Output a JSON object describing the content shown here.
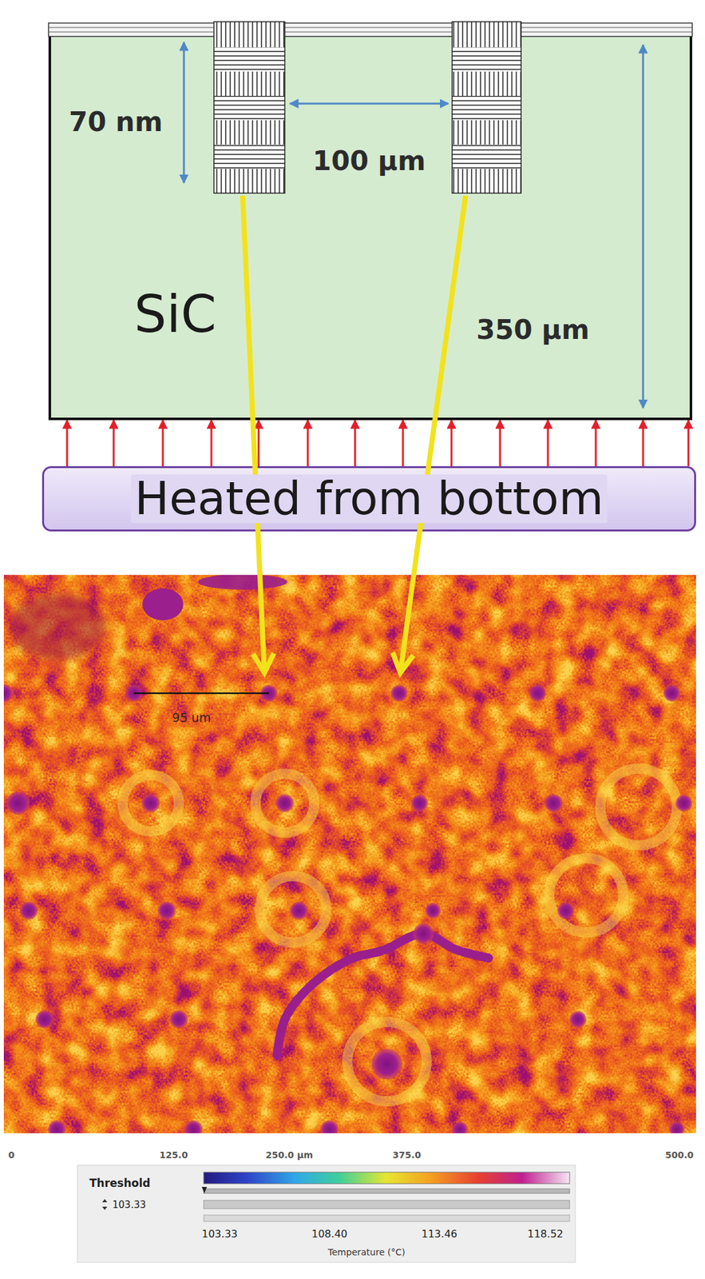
{
  "diagram": {
    "nodes": [
      {
        "text": [
          "SiC"
        ]
      },
      {
        "text": [
          "Heated from bottom"
        ]
      }
    ],
    "edges": [
      {
        "from": 1,
        "to": 0,
        "arrow": "to"
      },
      {
        "from": 1,
        "to": 0,
        "arrow": "to"
      },
      {
        "from": 1,
        "to": 0,
        "arrow": "to"
      },
      {
        "from": 1,
        "to": 0,
        "arrow": "to"
      },
      {
        "from": 1,
        "to": 0,
        "arrow": "to"
      },
      {
        "from": 1,
        "to": 0,
        "arrow": "to"
      },
      {
        "from": 1,
        "to": 0,
        "arrow": "to"
      },
      {
        "from": 1,
        "to": 0,
        "arrow": "to"
      },
      {
        "from": 1,
        "to": 0,
        "arrow": "to"
      },
      {
        "from": 1,
        "to": 0,
        "arrow": "to"
      },
      {
        "from": 1,
        "to": 0,
        "arrow": "to"
      },
      {
        "from": 1,
        "to": 0,
        "arrow": "to"
      },
      {
        "from": 1,
        "to": 0,
        "arrow": "to"
      },
      {
        "from": 1,
        "to": 0,
        "arrow": "to"
      }
    ],
    "labels": [
      "70 nm",
      "100 µm",
      "350 µm",
      "95 um",
      "0",
      "125.0",
      "250.0 µm",
      "375.0",
      "500.0",
      "Threshold",
      "103.33",
      "103.33",
      "108.40",
      "113.46",
      "118.52",
      "Temperature (°C)"
    ]
  }
}
